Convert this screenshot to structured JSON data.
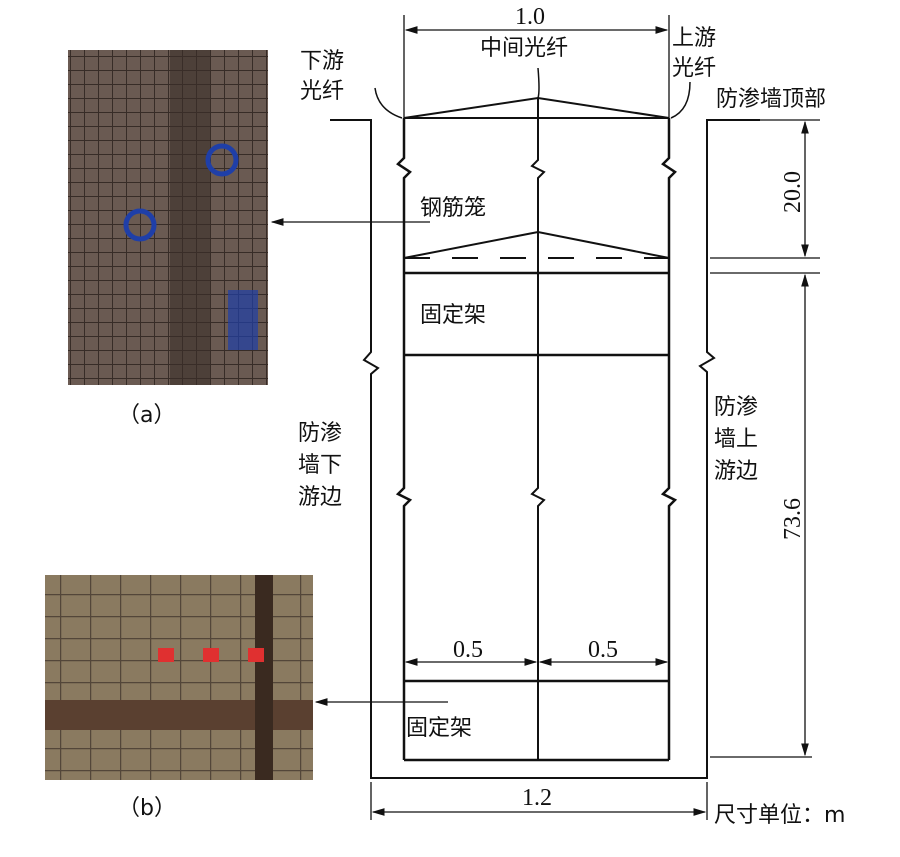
{
  "labels": {
    "downstream_fiber": [
      "下游",
      "光纤"
    ],
    "middle_fiber": "中间光纤",
    "upstream_fiber": [
      "上游",
      "光纤"
    ],
    "wall_top": "防渗墙顶部",
    "rebar_cage": "钢筋笼",
    "fixed_frame_upper": "固定架",
    "fixed_frame_lower": "固定架",
    "wall_downstream_edge": [
      "防渗",
      "墙下",
      "游边"
    ],
    "wall_upstream_edge": [
      "防渗",
      "墙上",
      "游边"
    ],
    "unit": "尺寸单位：m",
    "photo_a": "（a）",
    "photo_b": "（b）"
  },
  "dimensions": {
    "top_width": "1.0",
    "upper_height": "20.0",
    "lower_height": "73.6",
    "half_left": "0.5",
    "half_right": "0.5",
    "total_width": "1.2"
  },
  "colors": {
    "line": "#111111",
    "photo_a": "#4a3a33",
    "photo_b": "#6b5a45",
    "accent_blue": "#1f3fa8"
  }
}
